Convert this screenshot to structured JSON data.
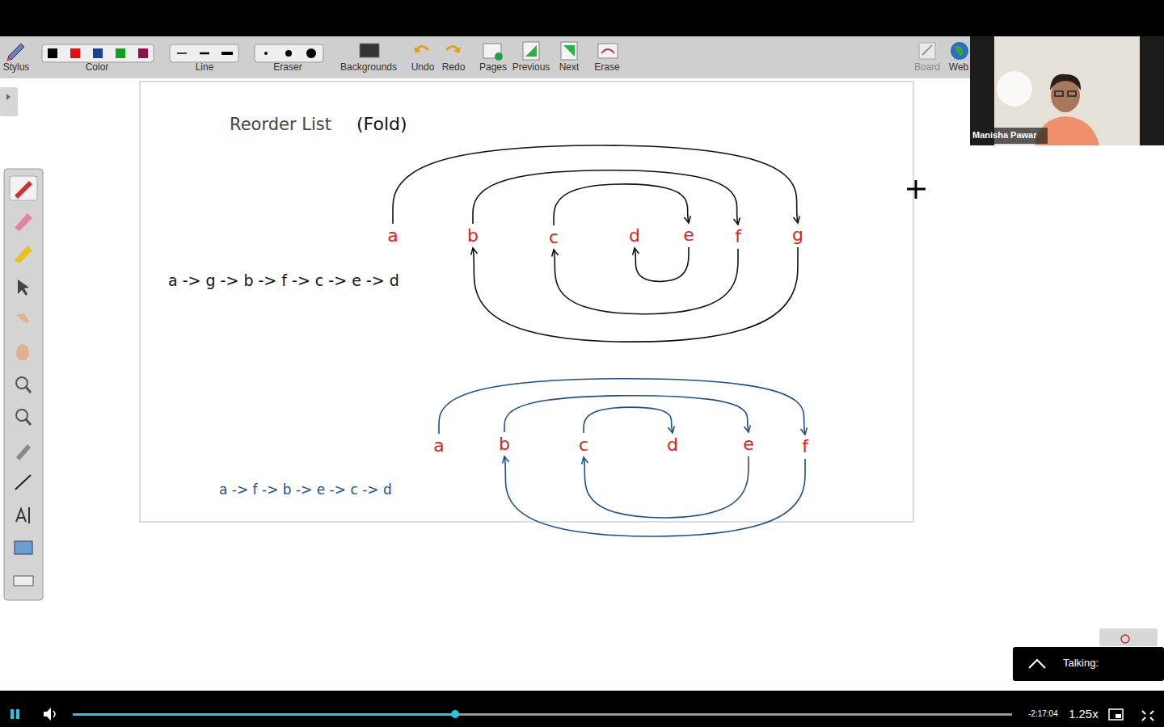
{
  "diagram": {
    "title": "Reorder List",
    "nodes": [
      {
        "text": [
          "a"
        ]
      },
      {
        "text": [
          "b"
        ]
      },
      {
        "text": [
          "c"
        ]
      },
      {
        "text": [
          "d"
        ]
      },
      {
        "text": [
          "e"
        ]
      },
      {
        "text": [
          "f"
        ]
      },
      {
        "text": [
          "g"
        ]
      },
      {
        "text": [
          "a"
        ]
      },
      {
        "text": [
          "b"
        ]
      },
      {
        "text": [
          "c"
        ]
      },
      {
        "text": [
          "d"
        ]
      },
      {
        "text": [
          "e"
        ]
      },
      {
        "text": [
          "f"
        ]
      }
    ],
    "edges": [
      {
        "from": 0,
        "to": 6,
        "arrow": "to"
      },
      {
        "from": 6,
        "to": 1,
        "arrow": "to"
      },
      {
        "from": 1,
        "to": 5,
        "arrow": "to"
      },
      {
        "from": 5,
        "to": 2,
        "arrow": "to"
      },
      {
        "from": 2,
        "to": 4,
        "arrow": "to"
      },
      {
        "from": 4,
        "to": 3,
        "arrow": "to"
      },
      {
        "from": 7,
        "to": 12,
        "arrow": "to"
      },
      {
        "from": 12,
        "to": 8,
        "arrow": "to"
      },
      {
        "from": 8,
        "to": 11,
        "arrow": "to"
      },
      {
        "from": 11,
        "to": 9,
        "arrow": "to"
      },
      {
        "from": 9,
        "to": 10,
        "arrow": "to"
      }
    ],
    "labels": [
      "(Fold)",
      "a -> g -> b -> f -> c -> e -> d",
      "a -> f -> b -> e -> c -> d",
      "Stylus",
      "Color",
      "Line",
      "Eraser",
      "Backgrounds",
      "Undo",
      "Redo",
      "Pages",
      "Previous",
      "Next",
      "Erase",
      "Board",
      "Web",
      "Manisha Pawar",
      "Talking:",
      "-2:17:04",
      "1.25x"
    ]
  }
}
